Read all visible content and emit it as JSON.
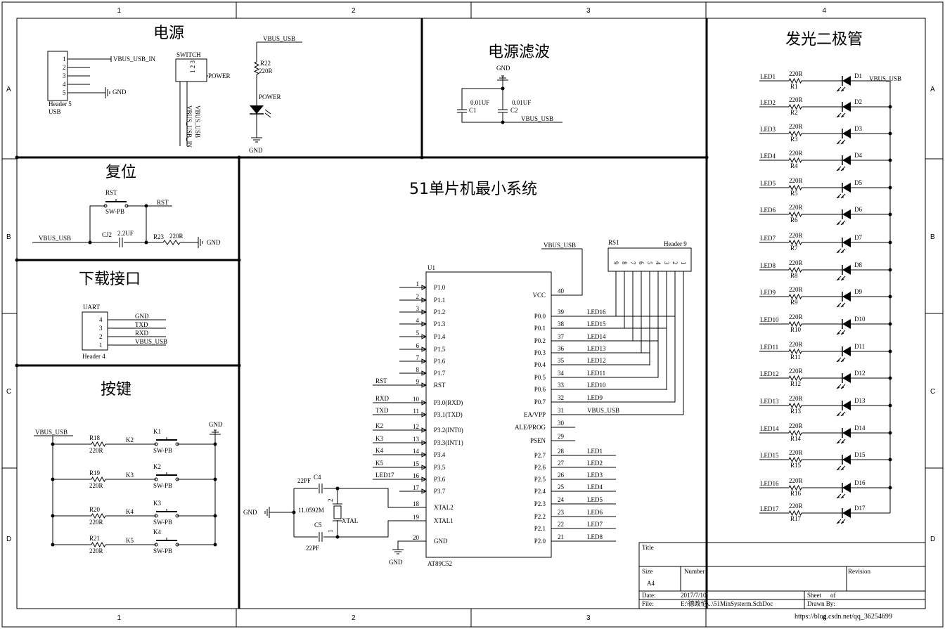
{
  "border": {
    "columns": [
      "1",
      "2",
      "3",
      "4"
    ],
    "rows": [
      "A",
      "B",
      "C",
      "D"
    ]
  },
  "sections": {
    "power": "电源",
    "filter": "电源滤波",
    "leds": "发光二极管",
    "reset": "复位",
    "mcu": "51单片机最小系统",
    "download": "下载接口",
    "keys": "按键"
  },
  "power": {
    "header_pins": [
      "1",
      "2",
      "3",
      "4",
      "5"
    ],
    "header_name": "Header 5",
    "header_sub": "USB",
    "vbus_in": "VBUS_USB_IN",
    "gnd": "GND",
    "switch_name": "SWITCH",
    "switch_pins": "1 2 3",
    "switch_power": "POWER",
    "sw_vbus": "VBUS_USB",
    "sw_vbus_in": "VBUS_USB_IN",
    "led_vbus": "VBUS_USB",
    "r22": "R22",
    "r22v": "220R",
    "led_name": "POWER",
    "led_gnd": "GND"
  },
  "filter": {
    "gnd": "GND",
    "c1v": "0.01UF",
    "c1": "C1",
    "c2v": "0.01UF",
    "c2": "C2",
    "vbus": "VBUS_USB"
  },
  "reset": {
    "rst_label": "RST",
    "sw": "SW-PB",
    "rst_net": "RST",
    "vbus": "VBUS_USB",
    "cap": "CJ2",
    "capv": "2.2UF",
    "r": "R23",
    "rv": "220R",
    "gnd": "GND"
  },
  "download": {
    "name": "UART",
    "pins": [
      "4",
      "3",
      "2",
      "1"
    ],
    "nets": [
      "GND",
      "TXD",
      "RXD",
      "VBUS_USB"
    ],
    "header": "Header 4"
  },
  "keys": {
    "vbus": "VBUS_USB",
    "gnd": "GND",
    "rows": [
      {
        "r": "R18",
        "rv": "220R",
        "net": "K2",
        "k": "K1",
        "sw": "SW-PB"
      },
      {
        "r": "R19",
        "rv": "220R",
        "net": "K3",
        "k": "K2",
        "sw": "SW-PB"
      },
      {
        "r": "R20",
        "rv": "220R",
        "net": "K4",
        "k": "K3",
        "sw": "SW-PB"
      },
      {
        "r": "R21",
        "rv": "220R",
        "net": "K5",
        "k": "K4",
        "sw": "SW-PB"
      }
    ]
  },
  "mcu": {
    "ref": "U1",
    "part": "AT89C52",
    "vbus": "VBUS_USB",
    "rs": "RS1",
    "rs_header": "Header 9",
    "rs_pins": [
      "9",
      "8",
      "7",
      "6",
      "5",
      "4",
      "3",
      "2",
      "1"
    ],
    "left_pins": [
      {
        "n": "1",
        "name": "P1.0",
        "net": ""
      },
      {
        "n": "2",
        "name": "P1.1",
        "net": ""
      },
      {
        "n": "3",
        "name": "P1.2",
        "net": ""
      },
      {
        "n": "4",
        "name": "P1.3",
        "net": ""
      },
      {
        "n": "5",
        "name": "P1.4",
        "net": ""
      },
      {
        "n": "6",
        "name": "P1.5",
        "net": ""
      },
      {
        "n": "7",
        "name": "P1.6",
        "net": ""
      },
      {
        "n": "8",
        "name": "P1.7",
        "net": ""
      },
      {
        "n": "9",
        "name": "RST",
        "net": "RST"
      },
      {
        "n": "10",
        "name": "P3.0(RXD)",
        "net": "RXD"
      },
      {
        "n": "11",
        "name": "P3.1(TXD)",
        "net": "TXD"
      },
      {
        "n": "12",
        "name": "P3.2(INT0)",
        "net": "K2"
      },
      {
        "n": "13",
        "name": "P3.3(INT1)",
        "net": "K3"
      },
      {
        "n": "14",
        "name": "P3.4",
        "net": "K4"
      },
      {
        "n": "15",
        "name": "P3.5",
        "net": "K5"
      },
      {
        "n": "16",
        "name": "P3.6",
        "net": "LED17"
      },
      {
        "n": "17",
        "name": "P3.7",
        "net": ""
      },
      {
        "n": "18",
        "name": "XTAL2",
        "net": ""
      },
      {
        "n": "19",
        "name": "XTAL1",
        "net": ""
      },
      {
        "n": "20",
        "name": "GND",
        "net": ""
      }
    ],
    "right_pins": [
      {
        "n": "40",
        "name": "VCC",
        "net": ""
      },
      {
        "n": "39",
        "name": "P0.0",
        "net": "LED16"
      },
      {
        "n": "38",
        "name": "P0.1",
        "net": "LED15"
      },
      {
        "n": "37",
        "name": "P0.2",
        "net": "LED14"
      },
      {
        "n": "36",
        "name": "P0.3",
        "net": "LED13"
      },
      {
        "n": "35",
        "name": "P0.4",
        "net": "LED12"
      },
      {
        "n": "34",
        "name": "P0.5",
        "net": "LED11"
      },
      {
        "n": "33",
        "name": "P0.6",
        "net": "LED10"
      },
      {
        "n": "32",
        "name": "P0.7",
        "net": "LED9"
      },
      {
        "n": "31",
        "name": "EA/VPP",
        "net": "VBUS_USB"
      },
      {
        "n": "30",
        "name": "ALE/PROG",
        "net": ""
      },
      {
        "n": "29",
        "name": "PSEN",
        "net": ""
      },
      {
        "n": "28",
        "name": "P2.7",
        "net": "LED1"
      },
      {
        "n": "27",
        "name": "P2.6",
        "net": "LED2"
      },
      {
        "n": "26",
        "name": "P2.5",
        "net": "LED3"
      },
      {
        "n": "25",
        "name": "P2.4",
        "net": "LED4"
      },
      {
        "n": "24",
        "name": "P2.3",
        "net": "LED5"
      },
      {
        "n": "23",
        "name": "P2.2",
        "net": "LED6"
      },
      {
        "n": "22",
        "name": "P2.1",
        "net": "LED7"
      },
      {
        "n": "21",
        "name": "P2.0",
        "net": "LED8"
      }
    ],
    "xtal": {
      "c4": "C4",
      "c4v": "22PF",
      "c5": "C5",
      "c5v": "22PF",
      "freq": "11.0592M",
      "name": "XTAL",
      "pin1": "1",
      "pin2": "2",
      "gnd": "GND",
      "gnd2": "GND"
    }
  },
  "leds": {
    "vbus": "VBUS_USB",
    "items": [
      {
        "net": "LED1",
        "rv": "220R",
        "r": "R1",
        "d": "D1"
      },
      {
        "net": "LED2",
        "rv": "220R",
        "r": "R2",
        "d": "D2"
      },
      {
        "net": "LED3",
        "rv": "220R",
        "r": "R3",
        "d": "D3"
      },
      {
        "net": "LED4",
        "rv": "220R",
        "r": "R4",
        "d": "D4"
      },
      {
        "net": "LED5",
        "rv": "220R",
        "r": "R5",
        "d": "D5"
      },
      {
        "net": "LED6",
        "rv": "220R",
        "r": "R6",
        "d": "D6"
      },
      {
        "net": "LED7",
        "rv": "220R",
        "r": "R7",
        "d": "D7"
      },
      {
        "net": "LED8",
        "rv": "220R",
        "r": "R8",
        "d": "D8"
      },
      {
        "net": "LED9",
        "rv": "220R",
        "r": "R9",
        "d": "D9"
      },
      {
        "net": "LED10",
        "rv": "220R",
        "r": "R10",
        "d": "D10"
      },
      {
        "net": "LED11",
        "rv": "220R",
        "r": "R11",
        "d": "D11"
      },
      {
        "net": "LED12",
        "rv": "220R",
        "r": "R12",
        "d": "D12"
      },
      {
        "net": "LED13",
        "rv": "220R",
        "r": "R13",
        "d": "D13"
      },
      {
        "net": "LED14",
        "rv": "220R",
        "r": "R14",
        "d": "D14"
      },
      {
        "net": "LED15",
        "rv": "220R",
        "r": "R15",
        "d": "D15"
      },
      {
        "net": "LED16",
        "rv": "220R",
        "r": "R16",
        "d": "D16"
      },
      {
        "net": "LED17",
        "rv": "220R",
        "r": "R17",
        "d": "D17"
      }
    ]
  },
  "titleblock": {
    "title": "Title",
    "size": "Size",
    "size_v": "A4",
    "number": "Number",
    "revision": "Revision",
    "date": "Date:",
    "date_v": "2017/7/10",
    "sheet": "Sheet",
    "of": "of",
    "file": "File:",
    "file_v": "E:\\德政伦\\..\\51MinSysterm.SchDoc",
    "drawn": "Drawn By:"
  },
  "watermark": "https://blog.csdn.net/qq_36254699"
}
